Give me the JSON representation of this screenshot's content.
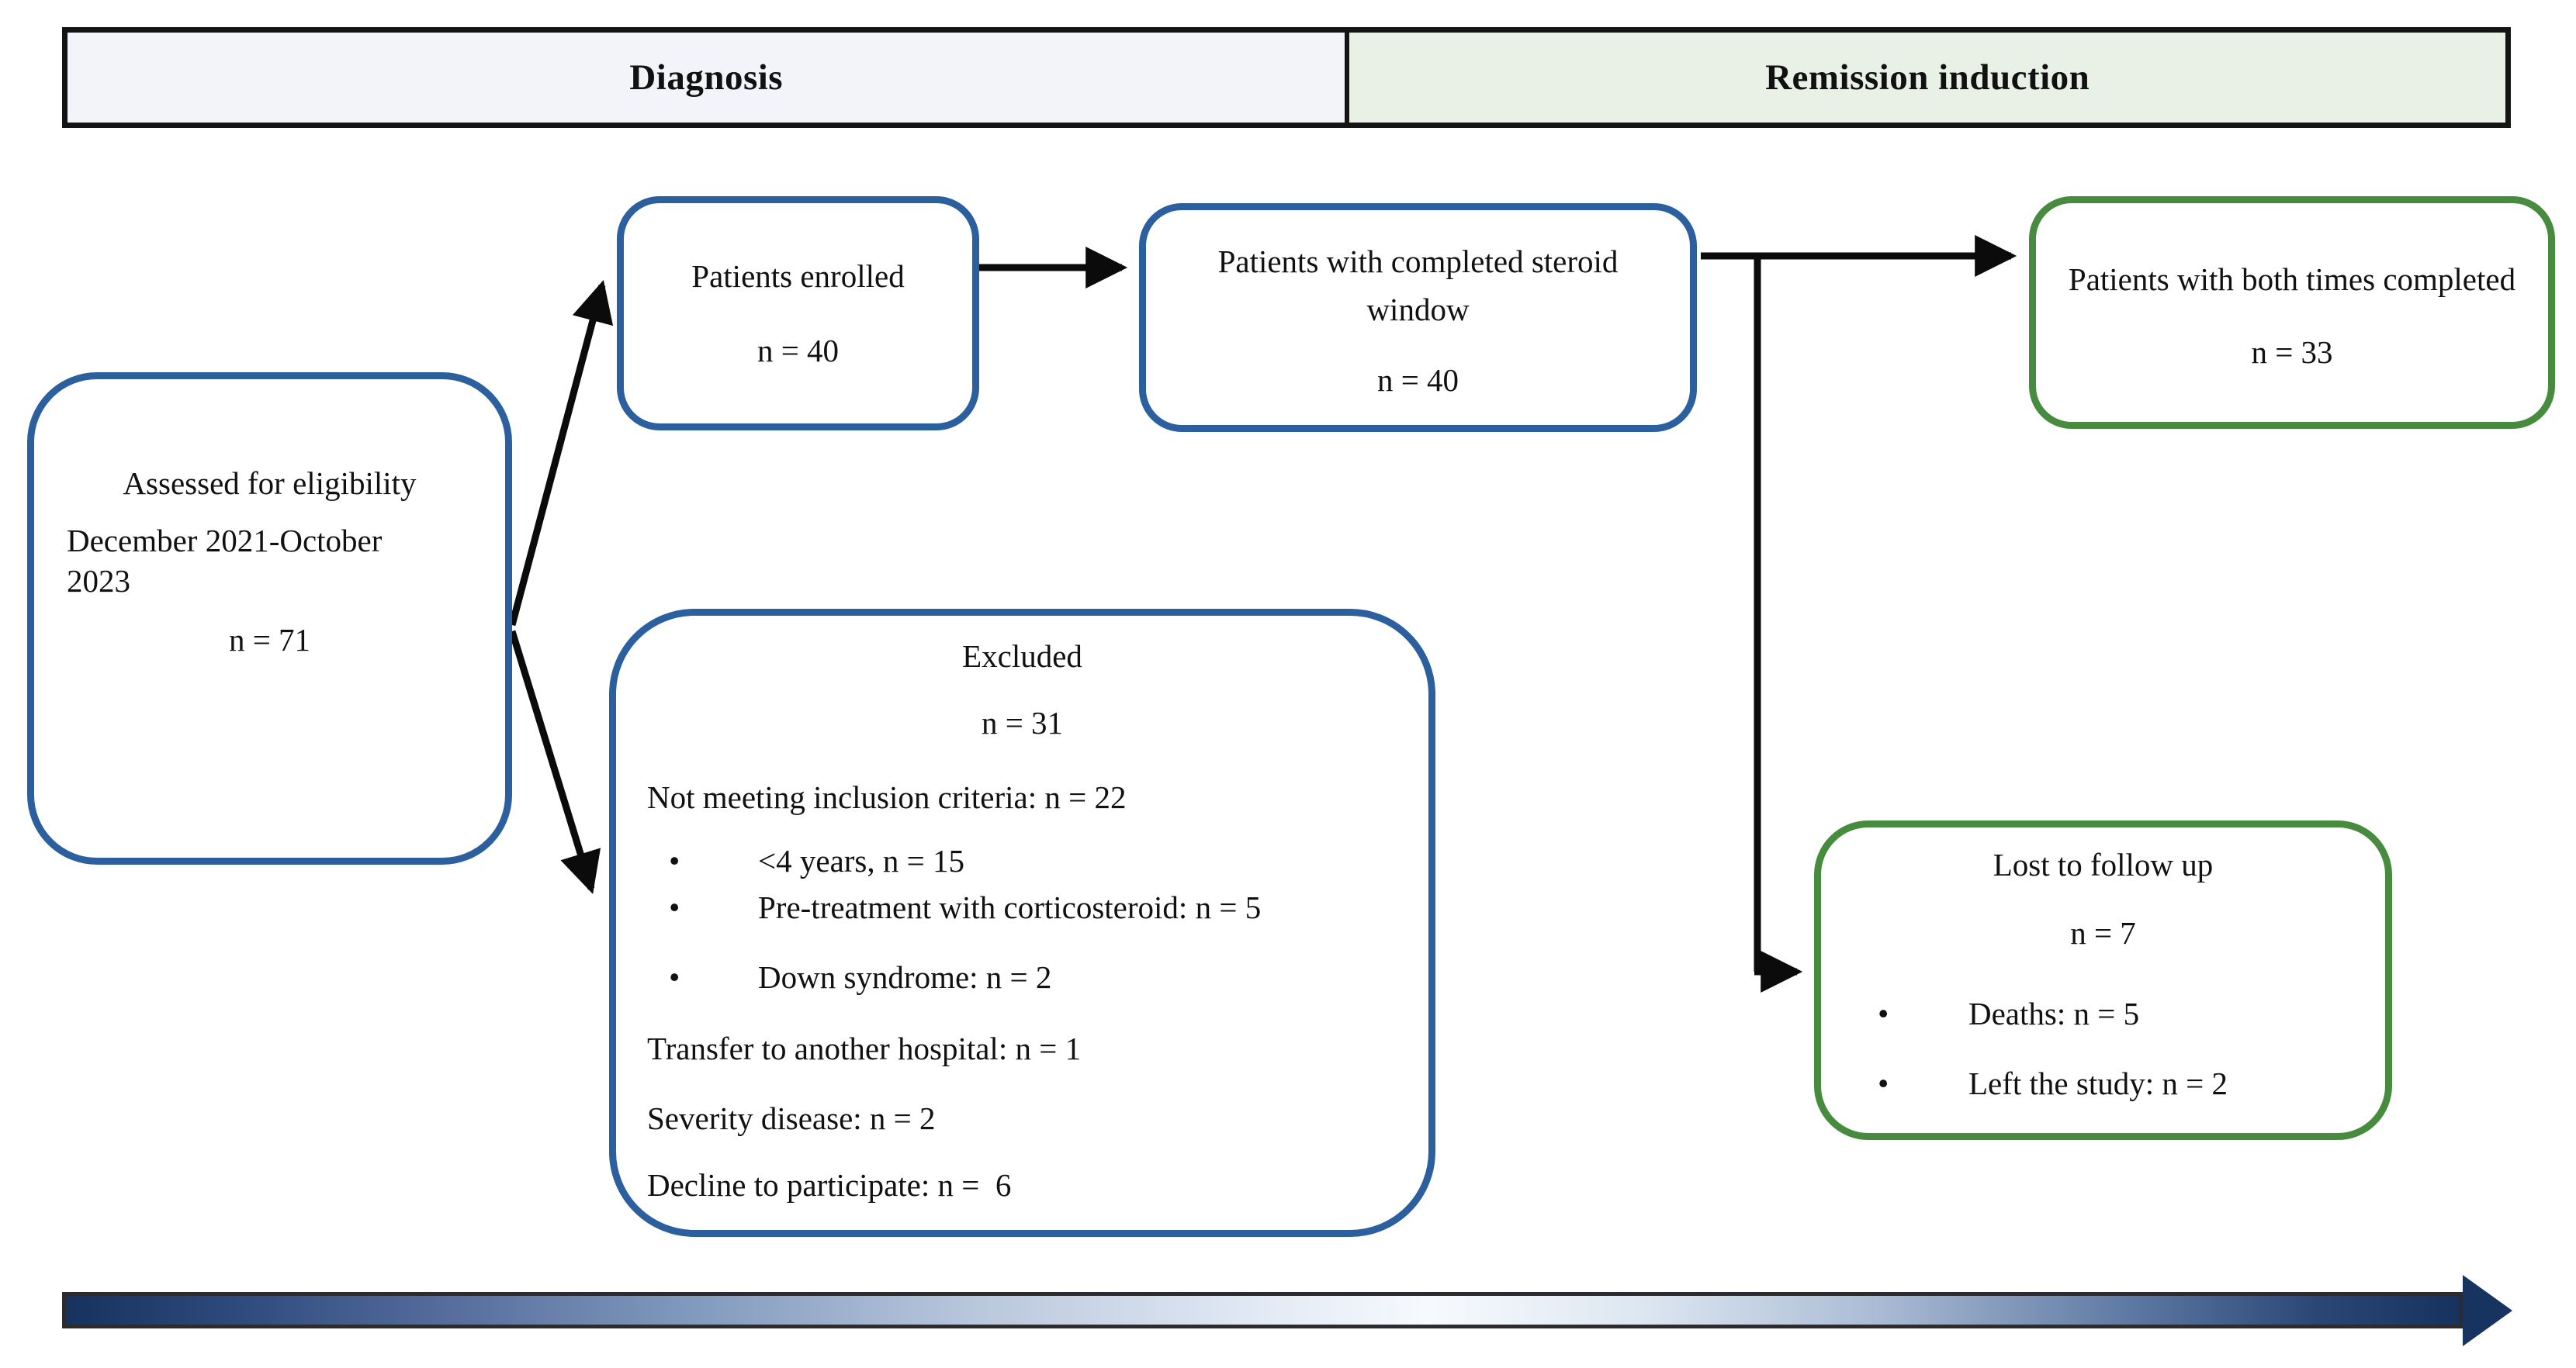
{
  "header": {
    "left_label": "Diagnosis",
    "right_label": "Remission induction"
  },
  "glyphs": {
    "bullet": "•"
  },
  "colors": {
    "blue_box_border": "#2b5f9e",
    "green_box_border": "#478b3e",
    "header_left_bg": "#f2f4fa",
    "header_right_bg": "#e9f0e6",
    "timeline_dark": "#16325e",
    "timeline_light": "#f7fafd",
    "connector": "#0b0b0b"
  },
  "boxes": {
    "eligibility": {
      "title": "Assessed for eligibility",
      "period": "December 2021-October 2023",
      "count": "n = 71"
    },
    "enrolled": {
      "title": "Patients enrolled",
      "count": "n = 40"
    },
    "steroid_window": {
      "title": "Patients with completed steroid window",
      "count": "n = 40"
    },
    "both_times": {
      "title": "Patients with both times completed",
      "count": "n = 33"
    },
    "excluded": {
      "title": "Excluded",
      "count": "n = 31",
      "not_meeting": "Not meeting inclusion criteria: n = 22",
      "bullets": [
        "<4 years, n = 15",
        "Pre-treatment with corticosteroid: n = 5",
        "Down syndrome: n = 2"
      ],
      "other_reasons": [
        "Transfer to another hospital: n = 1",
        "Severity disease: n = 2",
        "Decline to participate: n =  6"
      ]
    },
    "lost_to_follow_up": {
      "title": "Lost to follow up",
      "count": "n = 7",
      "bullets": [
        "Deaths: n = 5",
        "Left the study: n = 2"
      ]
    }
  }
}
